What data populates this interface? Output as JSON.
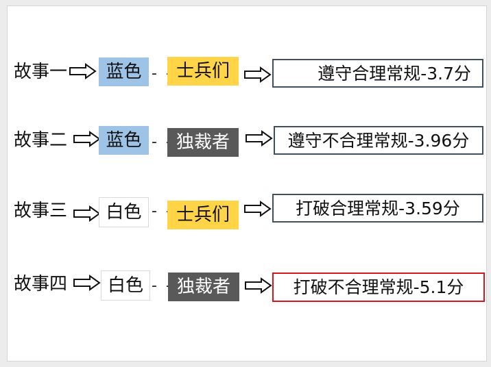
{
  "rows": [
    {
      "story": "故事一",
      "color": "蓝色",
      "role": "士兵们",
      "result": "遵守合理常规-3.7分",
      "highlight": false
    },
    {
      "story": "故事二",
      "color": "蓝色",
      "role": "独裁者",
      "result": "遵守不合理常规-3.96分",
      "highlight": false
    },
    {
      "story": "故事三",
      "color": "白色",
      "role": "士兵们",
      "result": "打破合理常规-3.59分",
      "highlight": false
    },
    {
      "story": "故事四",
      "color": "白色",
      "role": "独裁者",
      "result": "打破不合理常规-5.1分",
      "highlight": true
    }
  ],
  "connector": "- -",
  "colors": {
    "blue": "#9dc3e6",
    "white": "#ffffff",
    "yellow": "#ffd447",
    "dark": "#595959",
    "border": "#3f4f60",
    "highlight_border": "#d9141e"
  },
  "icons": {
    "arrow": "hollow-right-arrow-icon"
  }
}
